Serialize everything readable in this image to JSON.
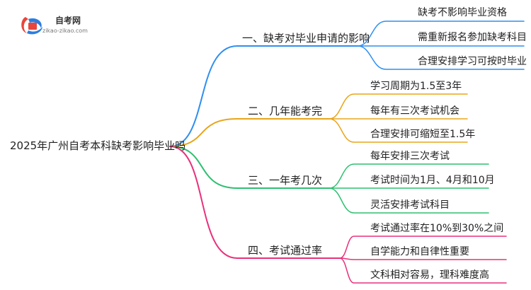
{
  "logo": {
    "brand": "自考网",
    "url": "zikao-zikao.com",
    "colors": {
      "red": "#e8453c",
      "blue": "#2a7de1"
    }
  },
  "root": {
    "label": "2025年广州自考本科缺考影响毕业吗"
  },
  "branches": [
    {
      "label": "一、缺考对毕业申请的影响",
      "color": "#2f8ff0",
      "leaves": [
        "缺考不影响毕业资格",
        "需重新报名参加缺考科目",
        "合理安排学习可按时毕业"
      ]
    },
    {
      "label": "二、几年能考完",
      "color": "#e8a51a",
      "leaves": [
        "学习周期为1.5至3年",
        "每年有三次考试机会",
        "合理安排可缩短至1.5年"
      ]
    },
    {
      "label": "三、一年考几次",
      "color": "#2fbf71",
      "leaves": [
        "每年安排三次考试",
        "考试时间为1月、4月和10月",
        "灵活安排考试科目"
      ]
    },
    {
      "label": "四、考试通过率",
      "color": "#e8317a",
      "leaves": [
        "考试通过率在10%到30%之间",
        "自学能力和自律性重要",
        "文科相对容易，理科难度高"
      ]
    }
  ]
}
